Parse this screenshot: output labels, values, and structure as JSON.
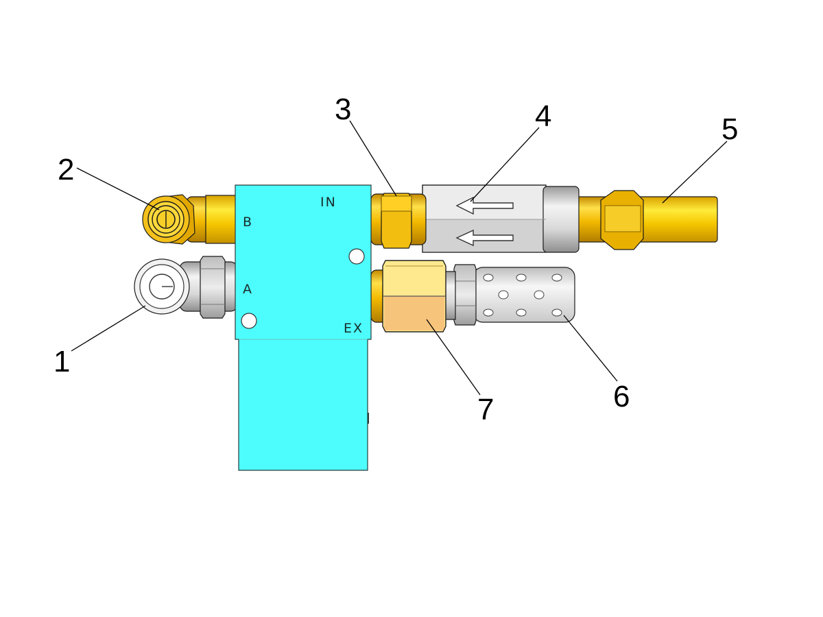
{
  "diagram": {
    "callouts": [
      {
        "id": "1",
        "label": "1"
      },
      {
        "id": "2",
        "label": "2"
      },
      {
        "id": "3",
        "label": "3"
      },
      {
        "id": "4",
        "label": "4"
      },
      {
        "id": "5",
        "label": "5"
      },
      {
        "id": "6",
        "label": "6"
      },
      {
        "id": "7",
        "label": "7"
      }
    ],
    "ports": {
      "b": "B",
      "in": "IN",
      "a": "A",
      "ex": "EX"
    }
  },
  "colors": {
    "valve_body": "#4dfdfd",
    "brass": "#f2c21c",
    "brass_dark": "#c89a0a",
    "steel": "#e0e0e0",
    "muffler": "#e9e9e9",
    "light_brass_nut": "#ffe79a",
    "light_brass_nut_lower": "#f8c67e"
  }
}
